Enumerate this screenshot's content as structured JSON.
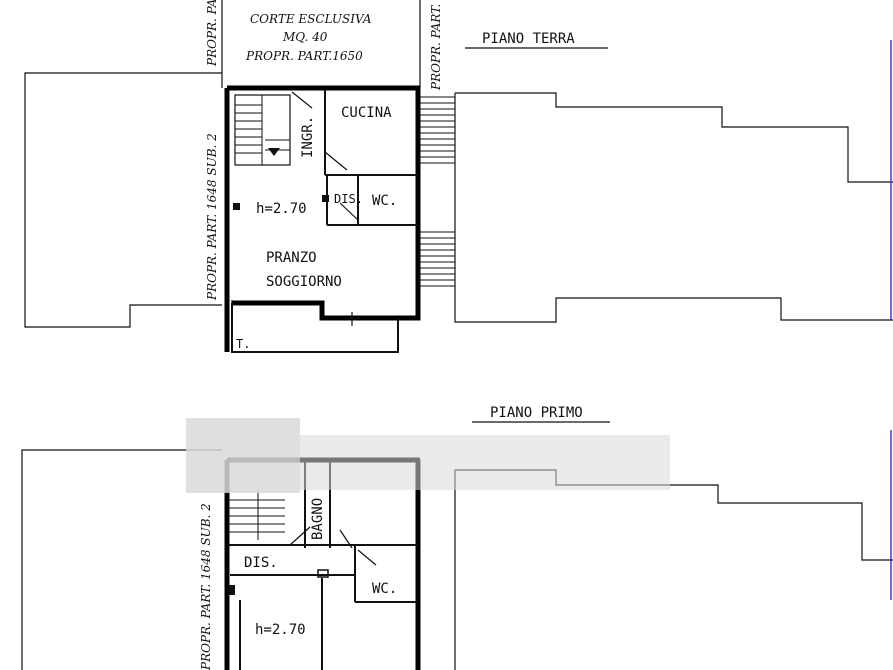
{
  "floors": {
    "ground": {
      "title": "PIANO  TERRA",
      "rooms": {
        "entrance": "INGR.",
        "kitchen": "CUCINA",
        "closet": "DIS.",
        "wc": "WC.",
        "height": "h=2.70",
        "dining": "PRANZO",
        "living": "SOGGIORNO",
        "terrace": "T."
      },
      "note_line1": "CORTE ESCLUSIVA",
      "note_line2": "MQ. 40",
      "note_line3": "PROPR. PART.1650"
    },
    "first": {
      "title": "PIANO  PRIMO",
      "rooms": {
        "bathroom": "BAGNO",
        "closet": "DIS.",
        "wc": "WC.",
        "height": "h=2.70"
      }
    }
  },
  "side_labels": {
    "top_left": "PROPR. PA",
    "top_right": "PROPR. PART.",
    "left_ground": "PROPR. PART. 1648 SUB. 2",
    "left_first": "PROPR. PART. 1648 SUB. 2"
  },
  "colors": {
    "ink": "#111111",
    "paper": "#ffffff",
    "accent_line": "#3a3ad0"
  }
}
